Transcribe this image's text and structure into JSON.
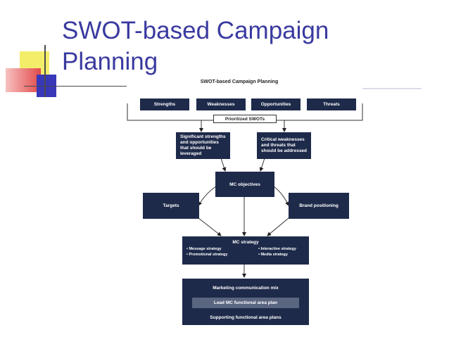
{
  "slide": {
    "title": "SWOT-based Campaign Planning"
  },
  "diagram": {
    "title": "SWOT-based Campaign Planning",
    "swot": [
      "Strengths",
      "Weaknesses",
      "Opportunities",
      "Threats"
    ],
    "prioritized": "Prioritized SWOTs",
    "significant": "Significant strengths and opportunities that should be leveraged",
    "critical": "Critical weaknesses and threats that should be addressed",
    "objectives": "MC objectives",
    "targets": "Targets",
    "brand": "Brand positioning",
    "strategy": {
      "title": "MC strategy",
      "left": [
        "• Message strategy",
        "• Promotional strategy"
      ],
      "right": [
        "• Interactive strategy",
        "• Media strategy"
      ]
    },
    "mix": "Marketing communication mix",
    "lead": "Lead MC functional area plan",
    "supporting": "Supporting functional area plans"
  }
}
